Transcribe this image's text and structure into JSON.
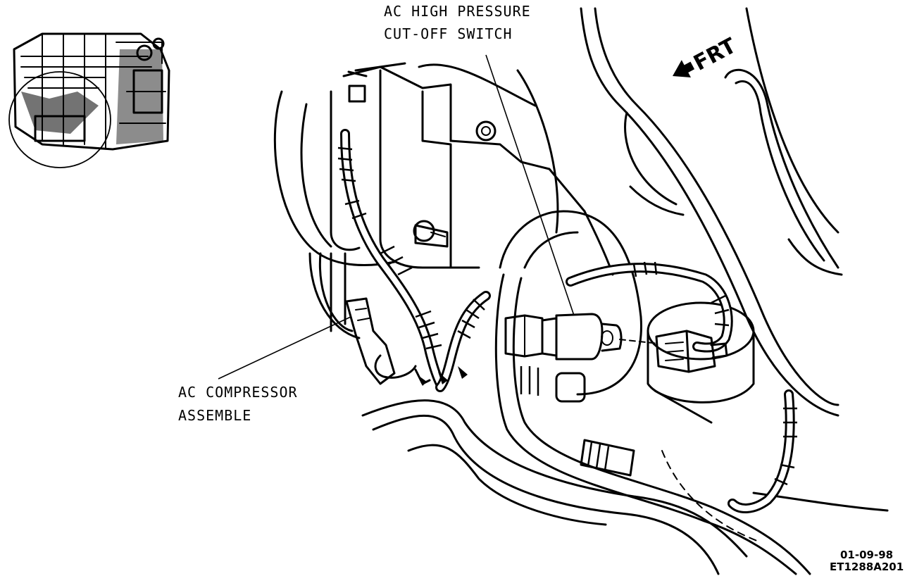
{
  "labels": {
    "switch_line1": "AC HIGH PRESSURE",
    "switch_line2": "CUT-OFF SWITCH",
    "compressor_line1": "AC COMPRESSOR",
    "compressor_line2": "ASSEMBLE",
    "direction": "FRT",
    "ref_date": "01-09-98",
    "ref_code": "ET1288A201"
  },
  "colors": {
    "ink": "#000000",
    "paper": "#ffffff"
  }
}
